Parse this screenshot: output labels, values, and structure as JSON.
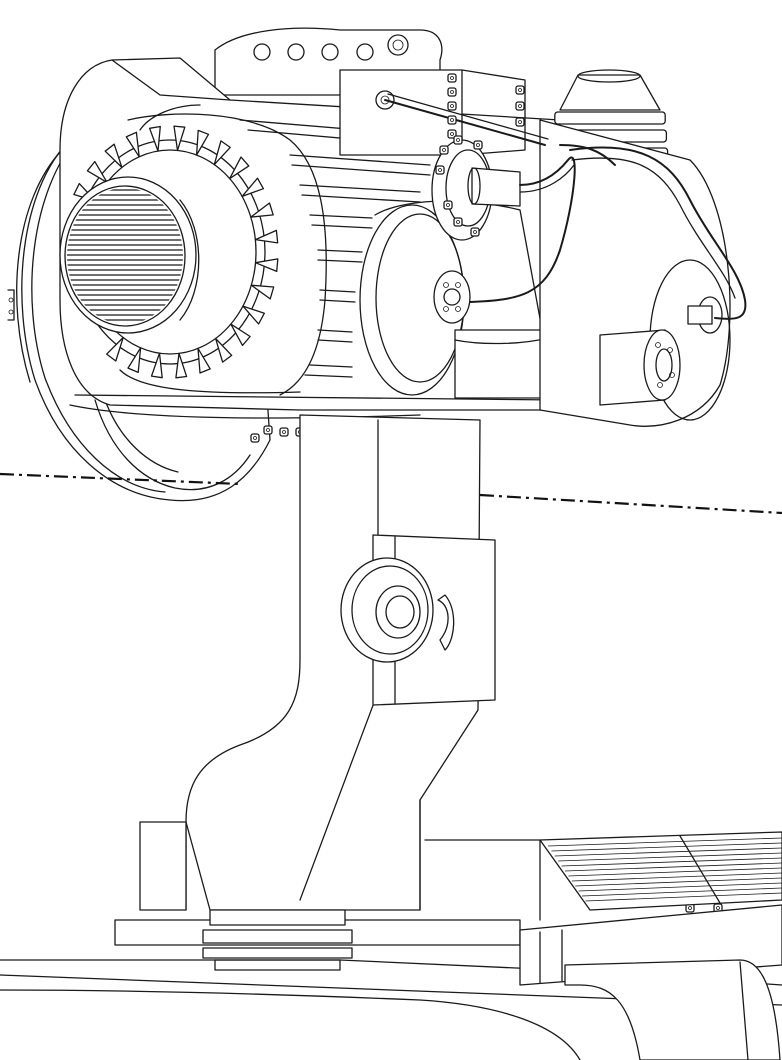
{
  "drawing": {
    "style": "line-art",
    "background_color": "#ffffff",
    "line_color": "#1a1a1a",
    "parts": [
      {
        "name": "bogie-wheel-disc",
        "icon": "wheel-icon"
      },
      {
        "name": "motor-housing",
        "icon": "motor-icon"
      },
      {
        "name": "fan-grille",
        "icon": "grille-icon"
      },
      {
        "name": "cooling-fins",
        "icon": "fins-icon"
      },
      {
        "name": "brake-cylinder",
        "icon": "cylinder-icon"
      },
      {
        "name": "finned-canister",
        "icon": "canister-icon"
      },
      {
        "name": "pipework",
        "icon": "pipe-icon"
      },
      {
        "name": "suspension-arm",
        "icon": "arm-icon"
      },
      {
        "name": "pivot-hub",
        "icon": "hub-icon"
      },
      {
        "name": "frame-rail",
        "icon": "rail-icon"
      },
      {
        "name": "vent-grille",
        "icon": "vent-icon"
      },
      {
        "name": "centerline",
        "icon": "centerline-icon"
      }
    ]
  }
}
